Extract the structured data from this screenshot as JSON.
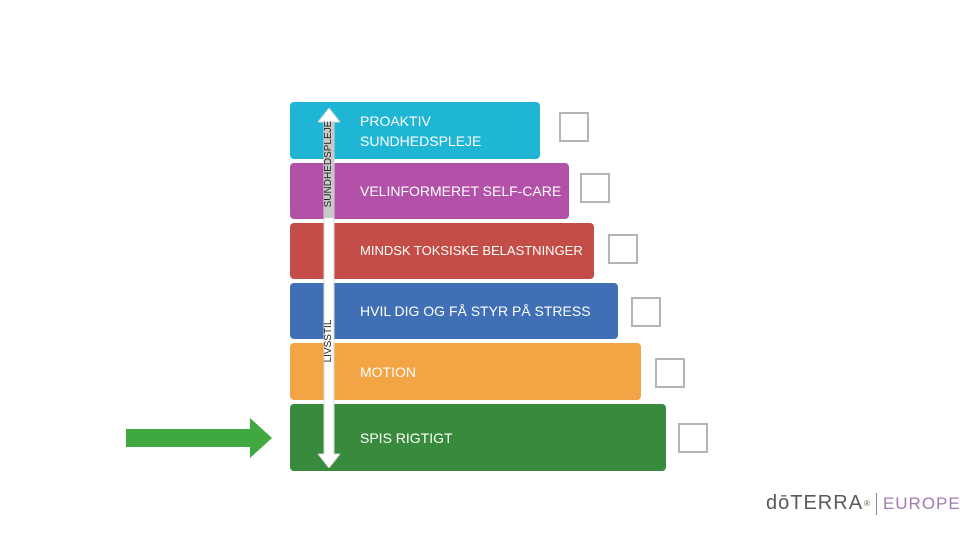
{
  "steps": [
    {
      "label": "PROAKTIV\nSUNDHEDSPLEJE",
      "color": "#1fb6d6"
    },
    {
      "label": "VELINFORMERET SELF-CARE",
      "color": "#b350a8"
    },
    {
      "label": "MINDSK TOKSISKE BELASTNINGER",
      "color": "#c44e47"
    },
    {
      "label": "HVIL DIG OG FÅ STYR PÅ STRESS",
      "color": "#416fb6"
    },
    {
      "label": "MOTION",
      "color": "#f3a444"
    },
    {
      "label": "SPIS RIGTIGT",
      "color": "#388b3d"
    }
  ],
  "axis": {
    "top_label": "SUNDHEDSPLEJE",
    "bottom_label": "LIVSSTIL"
  },
  "pointer_arrow_color": "#3fa83f",
  "logo": {
    "brand": "dōTERRA",
    "trademark": "®",
    "region": "EUROPE"
  }
}
